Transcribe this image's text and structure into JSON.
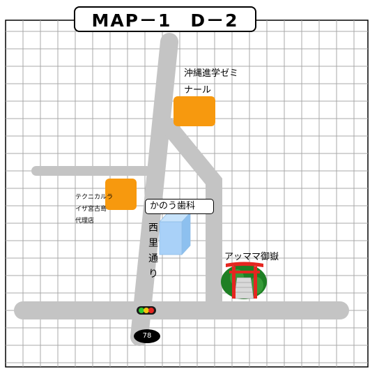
{
  "title": "MAP－1　D－2",
  "labels": {
    "juku": [
      "沖縄進学ゼミ",
      "ナール"
    ],
    "technical": [
      "テクニカルラ",
      "イザ宮古島",
      "代理店"
    ],
    "dental": "かのう歯科",
    "street": [
      "西",
      "里",
      "通",
      "り"
    ],
    "shrine": "アッママ御嶽"
  },
  "route_number": "78",
  "colors": {
    "grid_line": "#a8a8a8",
    "road": "#c4c4c4",
    "building_orange": "#f7990e",
    "building_blue": "#a9d1f8",
    "torii_red": "#e52620",
    "tree_green": "#1e7f24"
  },
  "icons": [
    "traffic-light-icon",
    "torii-gate-icon",
    "route-shield-icon"
  ]
}
